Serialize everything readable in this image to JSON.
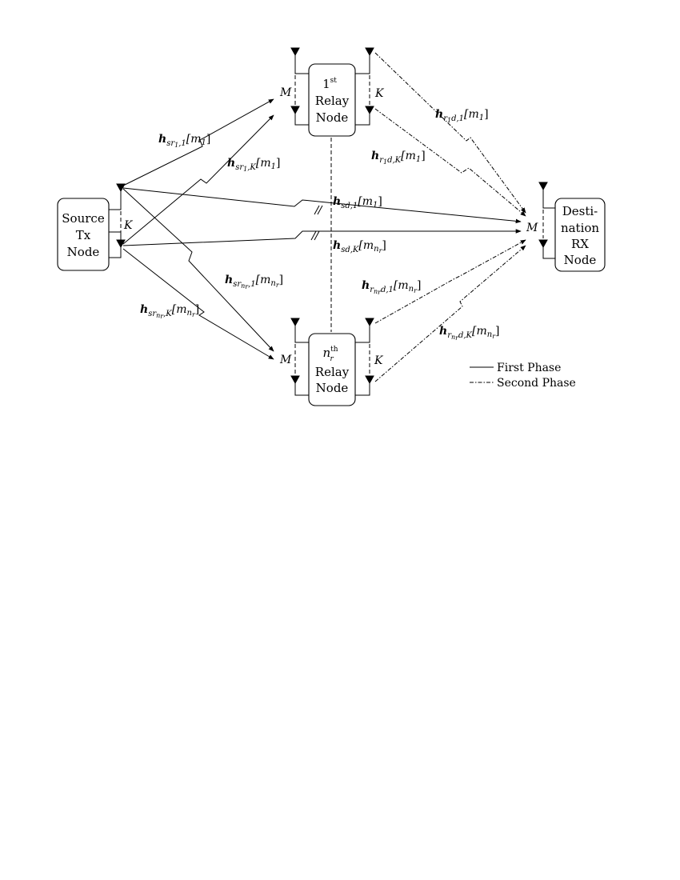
{
  "nodes": {
    "source": [
      "Source",
      "Tx",
      "Node"
    ],
    "relay_first_label": "1",
    "relay_first_sup": "st",
    "relay_first_lines": [
      "Relay",
      "Node"
    ],
    "relay_last_label": "n",
    "relay_last_sub": "r",
    "relay_last_sup": "th",
    "relay_last_lines": [
      "Relay",
      "Node"
    ],
    "destination": [
      "Desti-",
      "nation",
      "RX",
      "Node"
    ]
  },
  "antenna_counts": {
    "source": "K",
    "relay_first_left": "M",
    "relay_first_right": "K",
    "relay_last_left": "M",
    "relay_last_right": "K",
    "destination": "M"
  },
  "channels": {
    "sr1_1": {
      "h": "h",
      "sub": "sr",
      "sub2": "1",
      "sub_tail": ",1",
      "arg": "[m",
      "arg_sub": "1",
      "arg_end": "]"
    },
    "sr1_K": {
      "h": "h",
      "sub": "sr",
      "sub2": "1",
      "sub_tail": ",K",
      "arg": "[m",
      "arg_sub": "1",
      "arg_end": "]"
    },
    "sd_1": {
      "h": "h",
      "sub": "sd,1",
      "arg": "[m",
      "arg_sub": "1",
      "arg_end": "]"
    },
    "sd_K": {
      "h": "h",
      "sub": "sd,K",
      "arg": "[m",
      "arg_sub": "n",
      "arg_sub2": "r",
      "arg_end": "]"
    },
    "srnr_1": {
      "h": "h",
      "sub": "sr",
      "sub2": "n",
      "sub3": "r",
      "sub_tail": ",1",
      "arg": "[m",
      "arg_sub": "n",
      "arg_sub2": "r",
      "arg_end": "]"
    },
    "srnr_K": {
      "h": "h",
      "sub": "sr",
      "sub2": "n",
      "sub3": "r",
      "sub_tail": ",K",
      "arg": "[m",
      "arg_sub": "n",
      "arg_sub2": "r",
      "arg_end": "]"
    },
    "r1d_1": {
      "h": "h",
      "sub": "r",
      "sub2": "1",
      "sub_tail": "d,1",
      "arg": "[m",
      "arg_sub": "1",
      "arg_end": "]"
    },
    "r1d_K": {
      "h": "h",
      "sub": "r",
      "sub2": "1",
      "sub_tail": "d,K",
      "arg": "[m",
      "arg_sub": "1",
      "arg_end": "]"
    },
    "rnrd_1": {
      "h": "h",
      "sub": "r",
      "sub2": "n",
      "sub3": "r",
      "sub_tail": "d,1",
      "arg": "[m",
      "arg_sub": "n",
      "arg_sub2": "r",
      "arg_end": "]"
    },
    "rnrd_K": {
      "h": "h",
      "sub": "r",
      "sub2": "n",
      "sub3": "r",
      "sub_tail": "d,K",
      "arg": "[m",
      "arg_sub": "n",
      "arg_sub2": "r",
      "arg_end": "]"
    }
  },
  "legend": {
    "first_phase": "First Phase",
    "second_phase": "Second Phase"
  }
}
